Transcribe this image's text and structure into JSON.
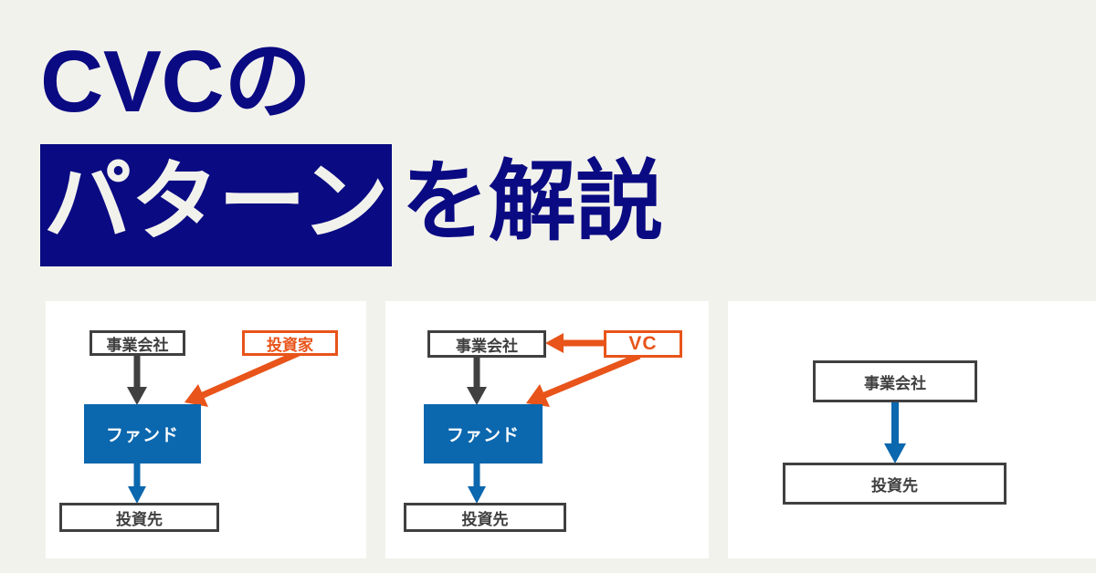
{
  "background_color": "#f2f2ed",
  "title": {
    "line1": "CVCの",
    "highlight": "パターン",
    "tail": "を解説",
    "text_color": "#0a0a82",
    "highlight_bg": "#0a0a82",
    "highlight_text_color": "#f2f2ed"
  },
  "colors": {
    "navy": "#0a0a82",
    "blue": "#0b67ae",
    "orange": "#e8541a",
    "dark_gray": "#404040",
    "panel_bg": "#ffffff"
  },
  "panels": [
    {
      "id": "panel-1",
      "nodes": {
        "company": "事業会社",
        "investor": "投資家",
        "fund": "ファンド",
        "investee": "投資先"
      },
      "arrows": [
        {
          "name": "company-to-fund",
          "color": "#404040",
          "from": "事業会社",
          "to": "ファンド"
        },
        {
          "name": "investor-to-fund",
          "color": "#e8541a",
          "from": "投資家",
          "to": "ファンド"
        },
        {
          "name": "fund-to-investee",
          "color": "#0b67ae",
          "from": "ファンド",
          "to": "投資先"
        }
      ]
    },
    {
      "id": "panel-2",
      "nodes": {
        "company": "事業会社",
        "vc": "VC",
        "fund": "ファンド",
        "investee": "投資先"
      },
      "arrows": [
        {
          "name": "company-to-fund",
          "color": "#404040",
          "from": "事業会社",
          "to": "ファンド"
        },
        {
          "name": "vc-to-company",
          "color": "#e8541a",
          "from": "VC",
          "to": "事業会社"
        },
        {
          "name": "vc-to-fund",
          "color": "#e8541a",
          "from": "VC",
          "to": "ファンド"
        },
        {
          "name": "fund-to-investee",
          "color": "#0b67ae",
          "from": "ファンド",
          "to": "投資先"
        }
      ]
    },
    {
      "id": "panel-3",
      "nodes": {
        "company": "事業会社",
        "investee": "投資先"
      },
      "arrows": [
        {
          "name": "company-to-investee",
          "color": "#0b67ae",
          "from": "事業会社",
          "to": "投資先"
        }
      ]
    }
  ]
}
